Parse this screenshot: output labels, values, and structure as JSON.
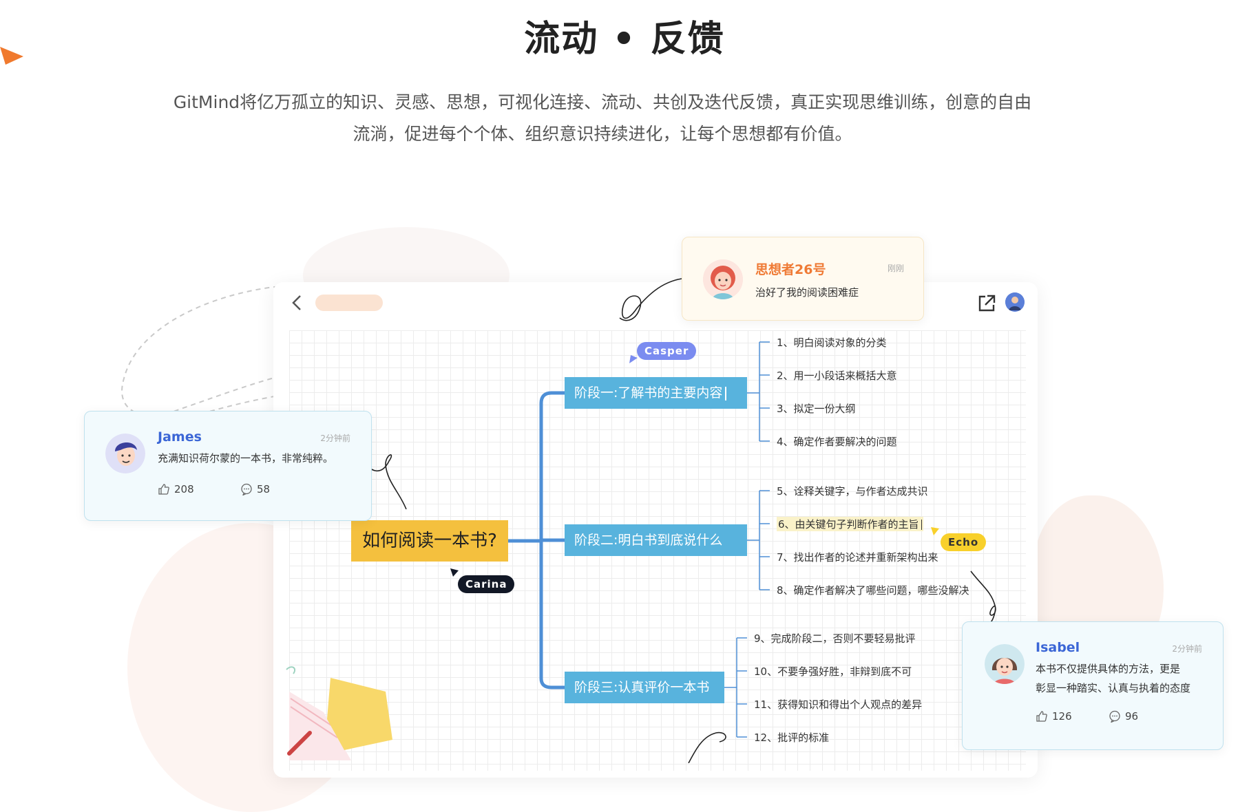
{
  "heading": {
    "title": "流动 • 反馈",
    "description_line1": "GitMind将亿万孤立的知识、灵感、思想，可视化连接、流动、共创及迭代反馈，真正实现思维训练，创意的自由",
    "description_line2": "流淌，促进每个个体、组织意识持续进化，让每个思想都有价值。"
  },
  "mindmap": {
    "root": "如何阅读一本书?",
    "stages": [
      {
        "label": "阶段一:了解书的主要内容",
        "leaves": [
          "1、明白阅读对象的分类",
          "2、用一小段话来概括大意",
          "3、拟定一份大纲",
          "4、确定作者要解决的问题"
        ]
      },
      {
        "label": "阶段二:明白书到底说什么",
        "leaves": [
          "5、诠释关键字，与作者达成共识",
          "6、由关键句子判断作者的主旨",
          "7、找出作者的论述并重新架构出来",
          "8、确定作者解决了哪些问题，哪些没解决"
        ]
      },
      {
        "label": "阶段三:认真评价一本书",
        "leaves": [
          "9、完成阶段二，否则不要轻易批评",
          "10、不要争强好胜，非辩到底不可",
          "11、获得知识和得出个人观点的差异",
          "12、批评的标准"
        ]
      }
    ]
  },
  "cursors": {
    "casper": "Casper",
    "echo": "Echo",
    "carina": "Carina"
  },
  "comments": {
    "top": {
      "name": "思想者26号",
      "time": "刚刚",
      "text": "治好了我的阅读困难症"
    },
    "james": {
      "name": "James",
      "time": "2分钟前",
      "text": "充满知识荷尔蒙的一本书，非常纯粹。",
      "likes": "208",
      "replies": "58"
    },
    "isabel": {
      "name": "Isabel",
      "time": "2分钟前",
      "text_line1": "本书不仅提供具体的方法，更是",
      "text_line2": "彰显一种踏实、认真与执着的态度",
      "likes": "126",
      "replies": "96"
    }
  },
  "colors": {
    "accent_orange": "#f07a2e",
    "stage_blue": "#58b3dd",
    "branch_blue": "#4e8fd6",
    "root_yellow": "#f4c03e",
    "name_blue": "#3b66d6",
    "name_orange": "#ef7a35"
  },
  "icons": [
    "back-arrow-icon",
    "share-external-icon",
    "like-thumb-icon",
    "comment-bubble-icon",
    "pointer-cursor-icon"
  ]
}
